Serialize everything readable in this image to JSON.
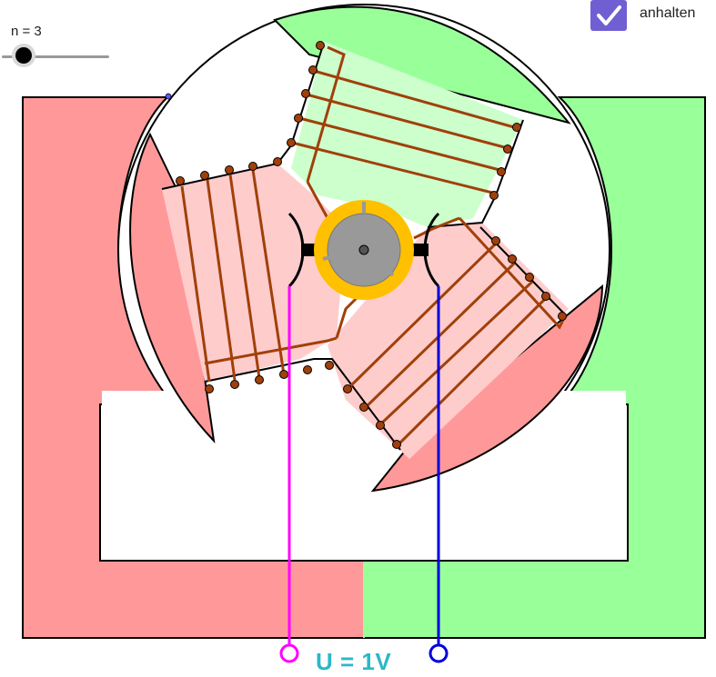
{
  "slider": {
    "label": "n = 3"
  },
  "checkbox": {
    "label": "anhalten",
    "checked": true,
    "color": "#6f5fd2"
  },
  "voltage": {
    "label": "U = 1V",
    "color": "#2ab8c8"
  },
  "colors": {
    "stator_south": "#ff9999",
    "stator_north": "#99ff99",
    "pole_south_light": "#ffcccc",
    "pole_north_light": "#ccffcc",
    "winding": "#a0400a",
    "commutator": "#ffc000",
    "shaft": "#999999",
    "wire_left": "#ff00ff",
    "wire_right": "#0000dd"
  },
  "icons": {
    "checkbox": "checkmark-icon",
    "slider": "slider-thumb"
  }
}
